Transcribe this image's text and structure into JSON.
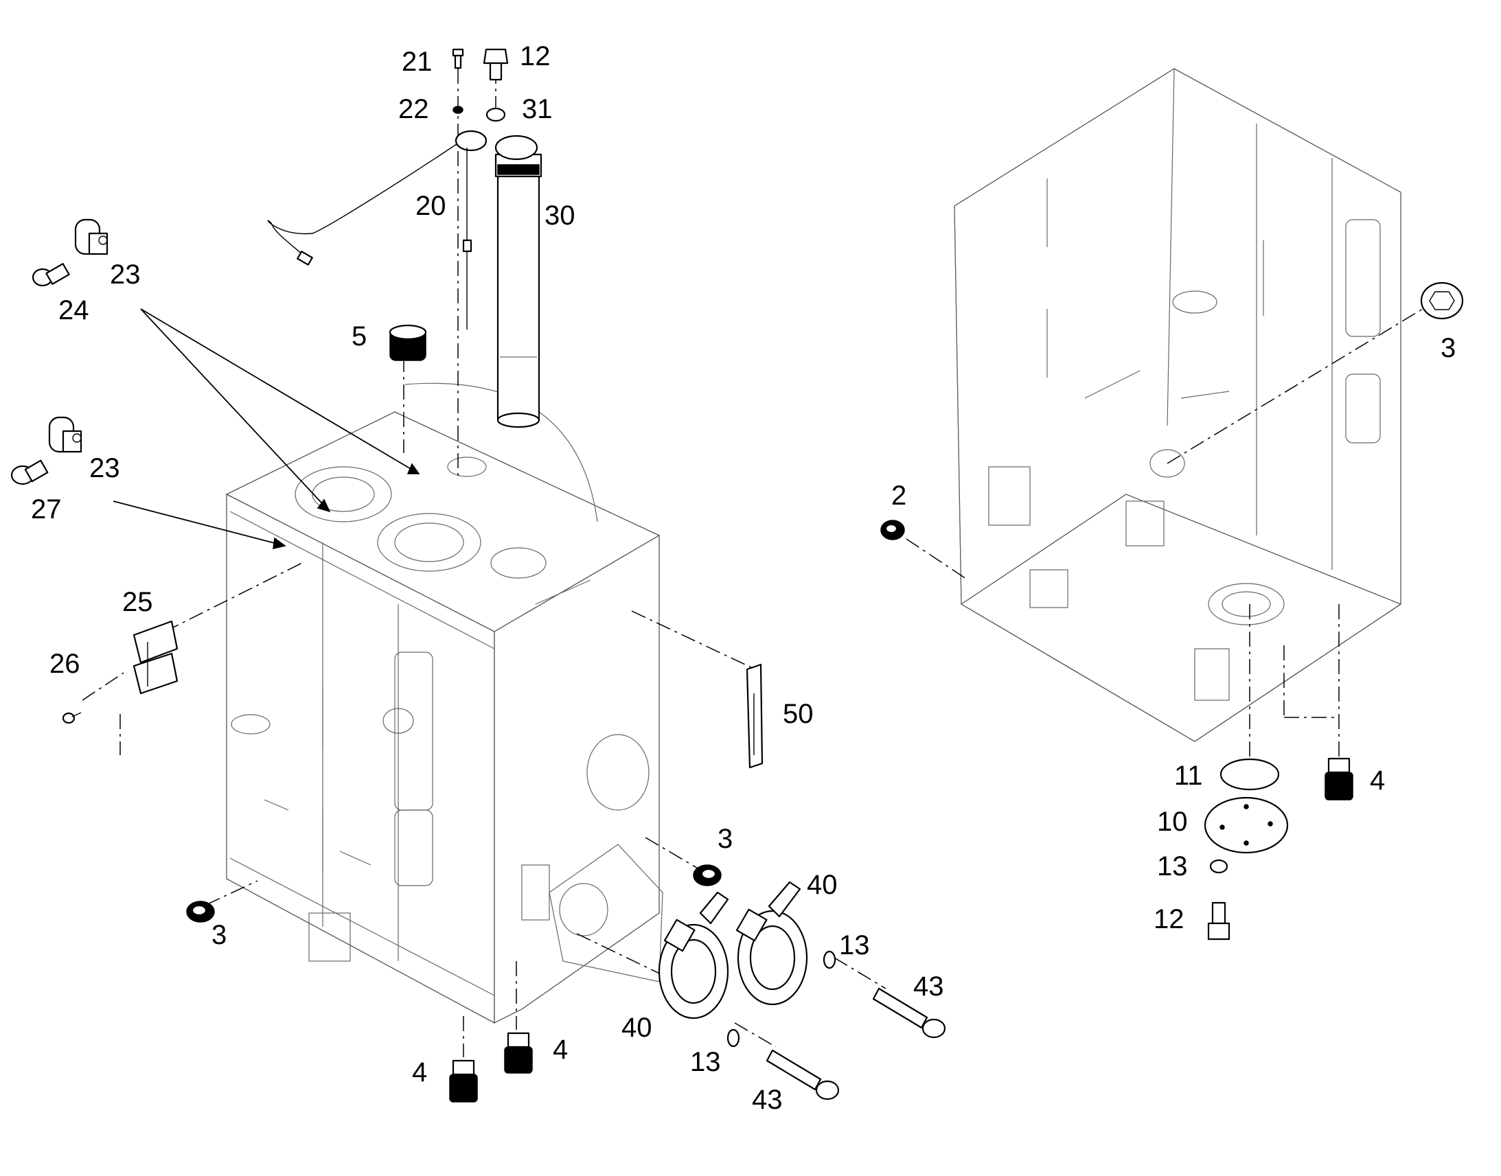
{
  "callouts": {
    "c21": "21",
    "c12_top": "12",
    "c22": "22",
    "c31": "31",
    "c20": "20",
    "c30": "30",
    "c23_a": "23",
    "c24": "24",
    "c5": "5",
    "c23_b": "23",
    "c27": "27",
    "c25": "25",
    "c26": "26",
    "c50": "50",
    "c3_left": "3",
    "c3_mid": "3",
    "c40_a": "40",
    "c40_b": "40",
    "c13_a": "13",
    "c13_b": "13",
    "c43_a": "43",
    "c43_b": "43",
    "c4_a": "4",
    "c4_b": "4",
    "c2": "2",
    "c3_right": "3",
    "c11": "11",
    "c10": "10",
    "c13_r": "13",
    "c12_r": "12",
    "c4_r": "4"
  }
}
